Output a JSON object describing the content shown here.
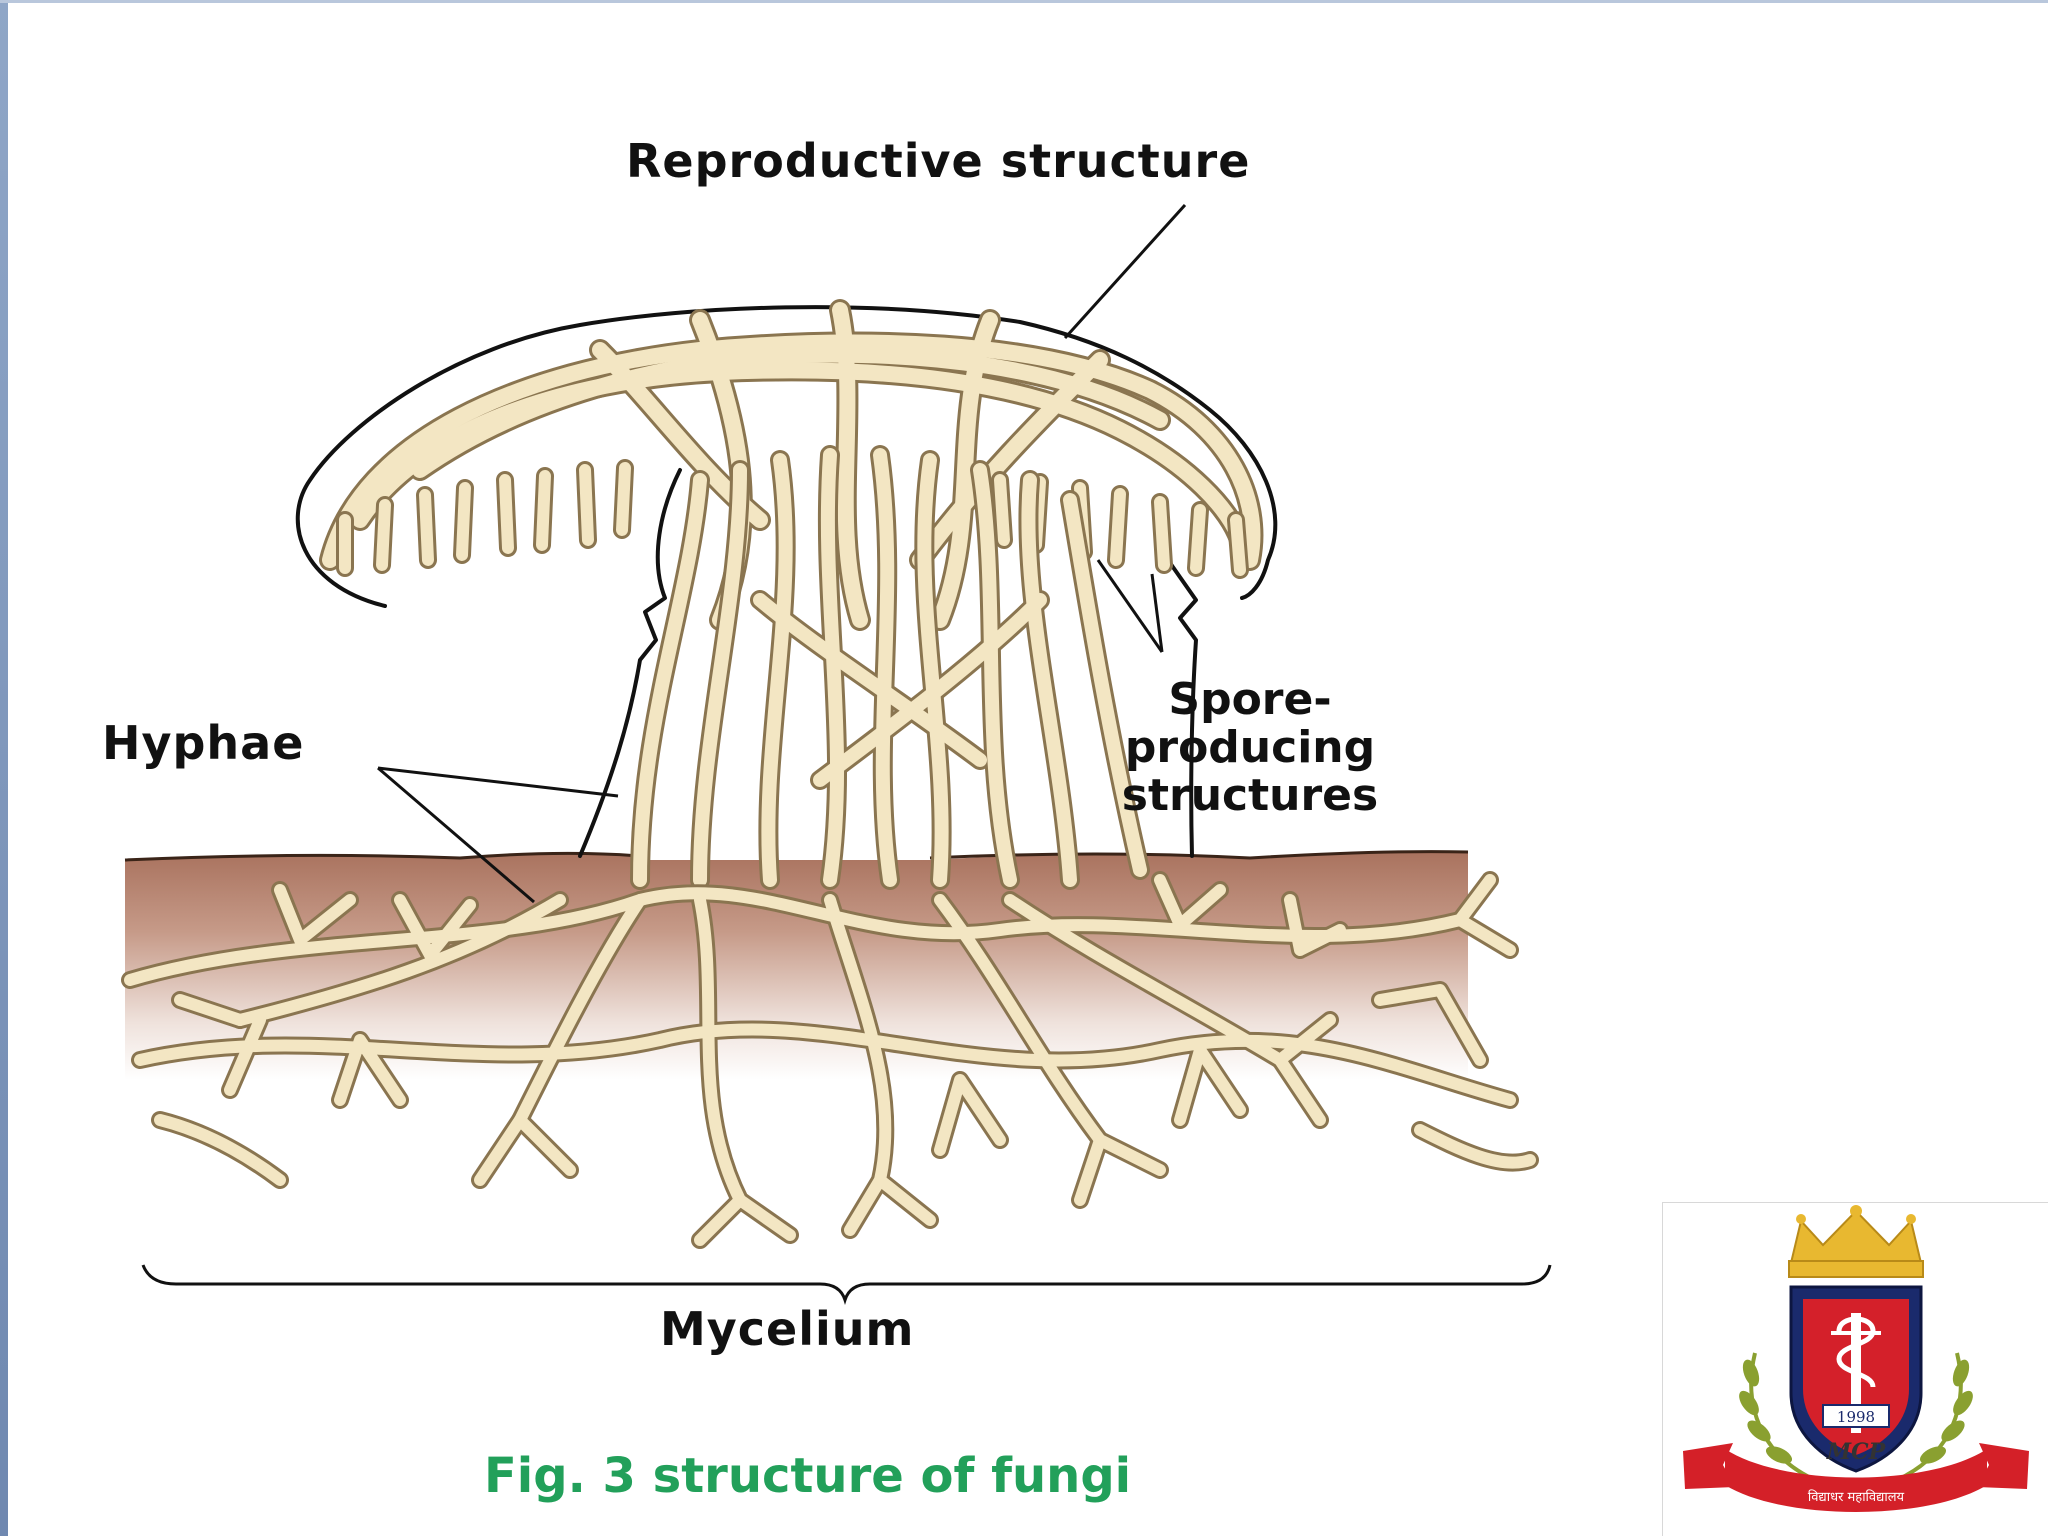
{
  "labels": {
    "reproductive": "Reproductive structure",
    "hyphae": "Hyphae",
    "spore": "Spore- producing structures",
    "mycelium": "Mycelium"
  },
  "caption": "Fig. 3 structure of fungi",
  "logo": {
    "year": "1998",
    "initials": "MCP",
    "ribbon_text": "विद्याधर महाविद्यालय"
  },
  "colors": {
    "hyphae_fill": "#f3e6c3",
    "hyphae_stroke": "#8a7550",
    "soil_top": "#a9725e",
    "soil_bottom": "#ffffff",
    "caption": "#22a05a",
    "crown": "#e8b830",
    "shield": "#1a2a6c",
    "cross": "#d4202a",
    "ribbon": "#d42028",
    "laurel": "#8aa030"
  }
}
